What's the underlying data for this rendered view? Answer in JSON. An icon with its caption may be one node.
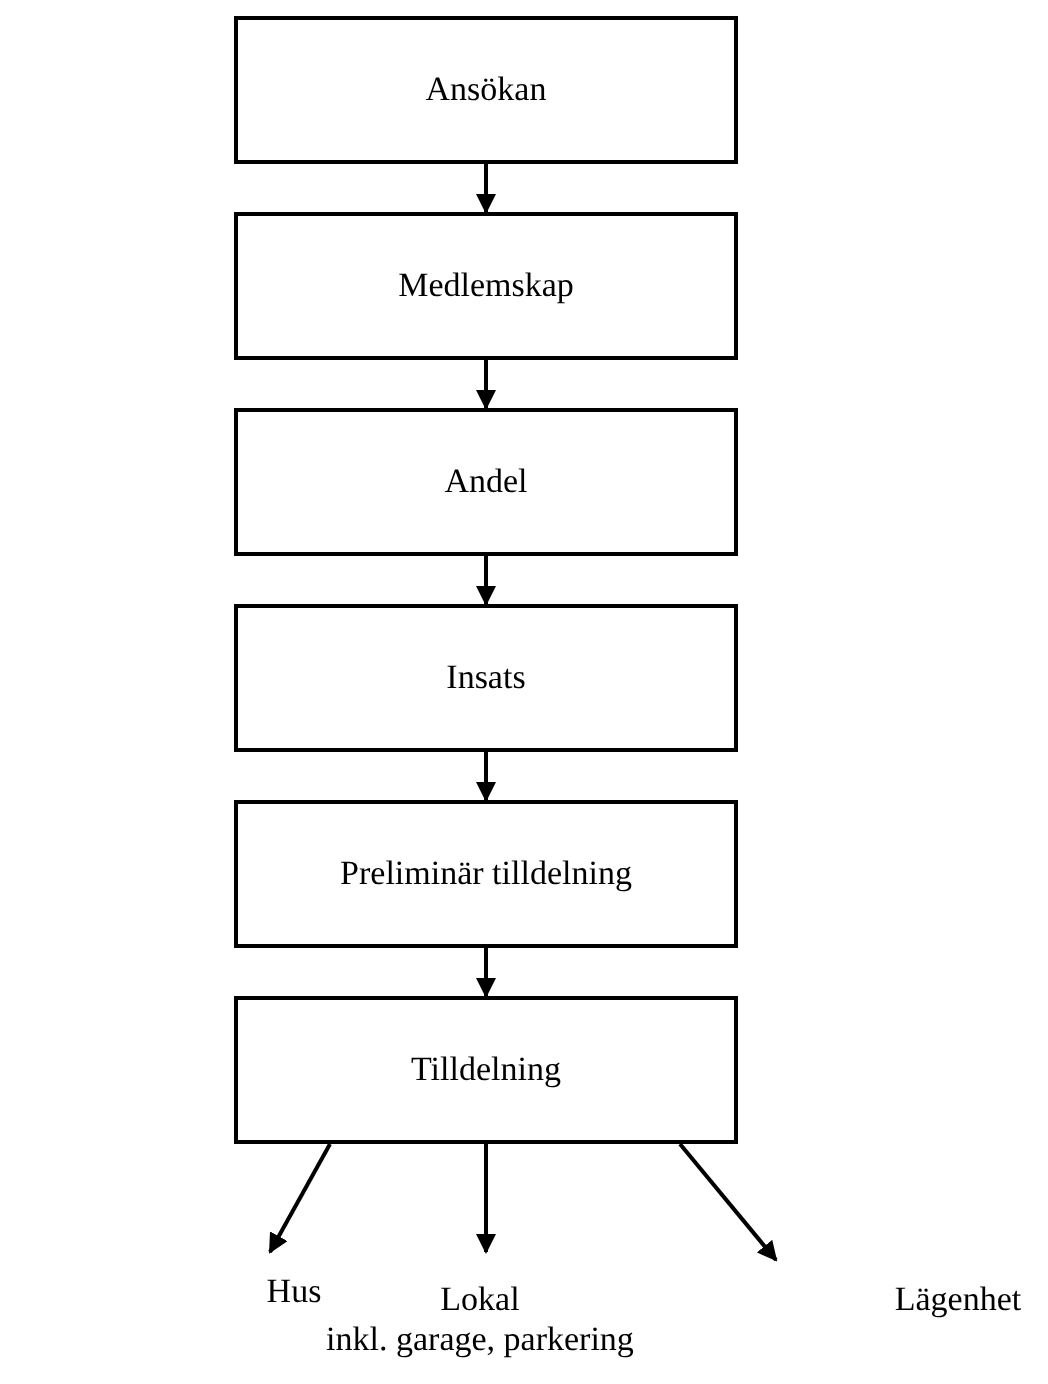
{
  "diagram": {
    "nodes": [
      {
        "text": [
          "Ansökan"
        ]
      },
      {
        "text": [
          "Medlemskap"
        ]
      },
      {
        "text": [
          "Andel"
        ]
      },
      {
        "text": [
          "Insats"
        ]
      },
      {
        "text": [
          "Preliminär tilldelning"
        ]
      },
      {
        "text": [
          "Tilldelning"
        ]
      },
      {
        "text": [
          "Hus"
        ]
      },
      {
        "text": [
          "Lokal",
          "inkl. garage, parkering"
        ]
      },
      {
        "text": [
          "Lägenhet"
        ]
      }
    ],
    "edges": [
      {
        "from": 0,
        "to": 1,
        "arrow": "to"
      },
      {
        "from": 1,
        "to": 2,
        "arrow": "to"
      },
      {
        "from": 2,
        "to": 3,
        "arrow": "to"
      },
      {
        "from": 3,
        "to": 4,
        "arrow": "to"
      },
      {
        "from": 4,
        "to": 5,
        "arrow": "to"
      },
      {
        "from": 5,
        "to": 6,
        "arrow": "to"
      },
      {
        "from": 5,
        "to": 7,
        "arrow": "to"
      },
      {
        "from": 5,
        "to": 8,
        "arrow": "to"
      }
    ]
  }
}
